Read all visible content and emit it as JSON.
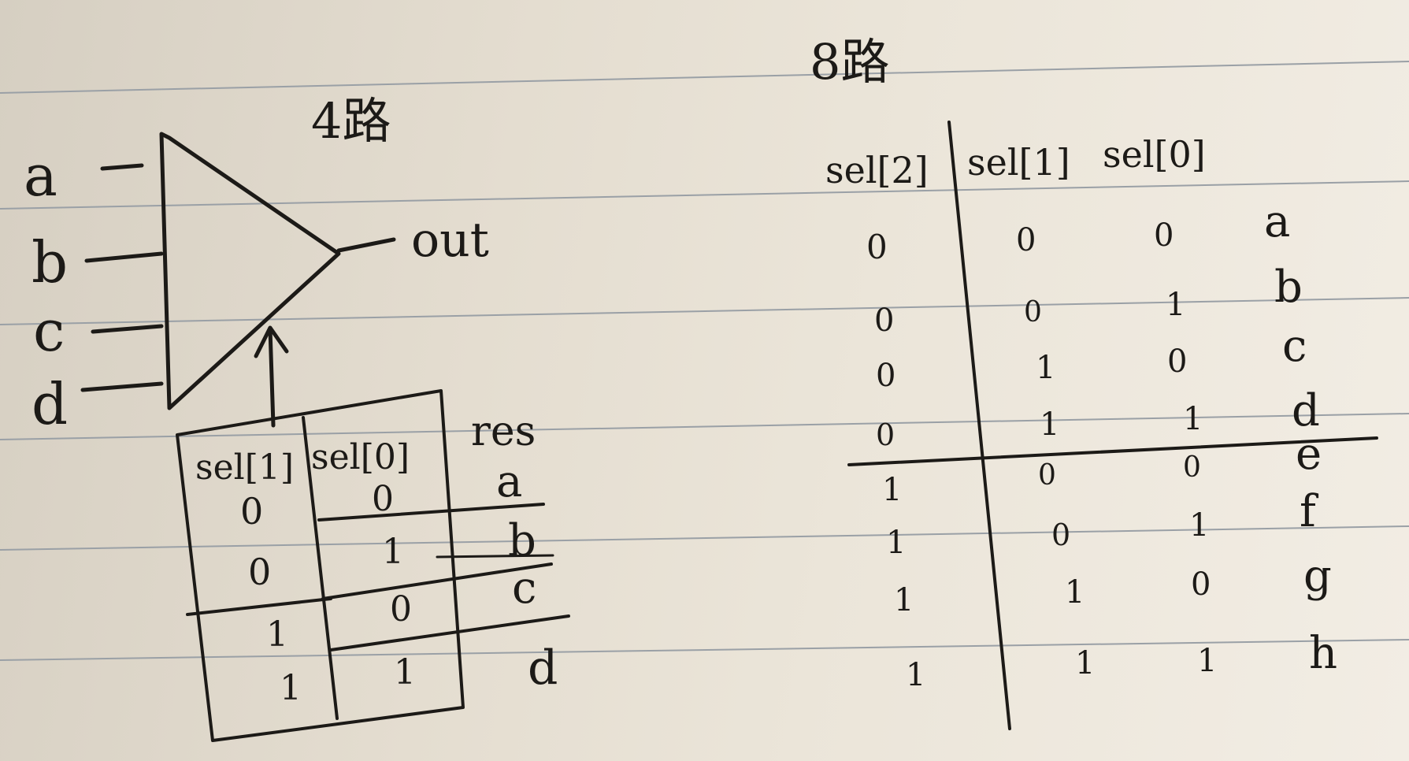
{
  "mux4": {
    "title": "4路",
    "inputs": [
      "a",
      "b",
      "c",
      "d"
    ],
    "output_label": "out",
    "table": {
      "headers": [
        "sel[1]",
        "sel[0]",
        "res"
      ],
      "rows": [
        [
          "0",
          "0",
          "a"
        ],
        [
          "0",
          "1",
          "b"
        ],
        [
          "1",
          "0",
          "c"
        ],
        [
          "1",
          "1",
          "d"
        ]
      ]
    }
  },
  "mux8": {
    "title": "8路",
    "table": {
      "headers": [
        "sel[2]",
        "sel[1]",
        "sel[0]"
      ],
      "rows": [
        [
          "0",
          "0",
          "0",
          "a"
        ],
        [
          "0",
          "0",
          "1",
          "b"
        ],
        [
          "0",
          "1",
          "0",
          "c"
        ],
        [
          "0",
          "1",
          "1",
          "d"
        ],
        [
          "1",
          "0",
          "0",
          "e"
        ],
        [
          "1",
          "0",
          "1",
          "f"
        ],
        [
          "1",
          "1",
          "0",
          "g"
        ],
        [
          "1",
          "1",
          "1",
          "h"
        ]
      ]
    }
  }
}
